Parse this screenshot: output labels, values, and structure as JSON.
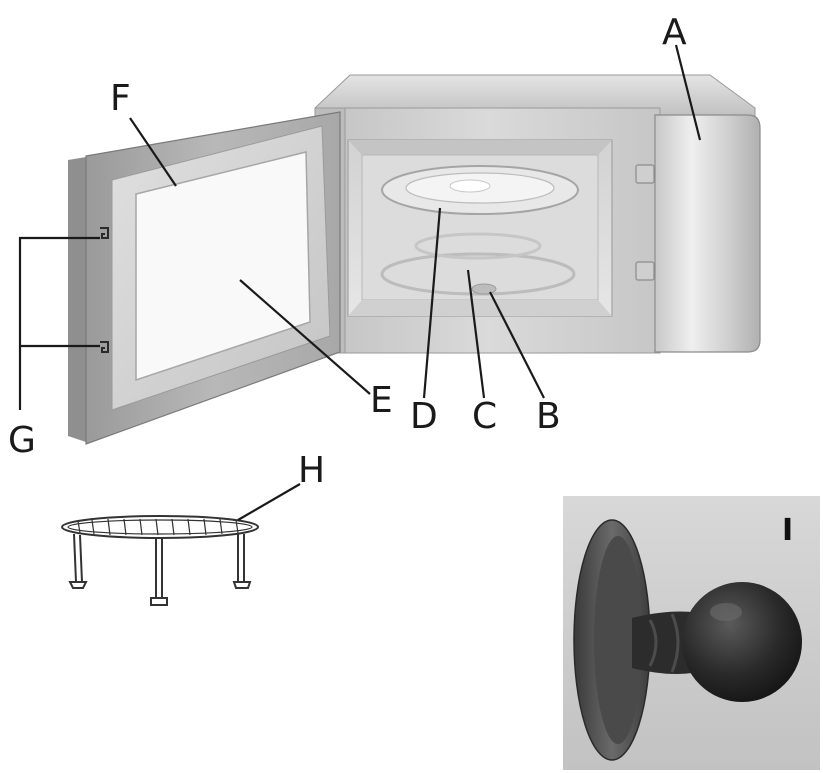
{
  "labels": {
    "A": "A",
    "B": "B",
    "C": "C",
    "D": "D",
    "E": "E",
    "F": "F",
    "G": "G",
    "H": "H",
    "I": "I"
  },
  "colors": {
    "metal_light": "#d9d9d9",
    "metal_mid": "#b5b5b5",
    "metal_dark": "#8e8e8e",
    "window_glass": "#f7f7f7",
    "knob_black": "#2b2b2b",
    "photo_bg": "#cfcfcf"
  }
}
